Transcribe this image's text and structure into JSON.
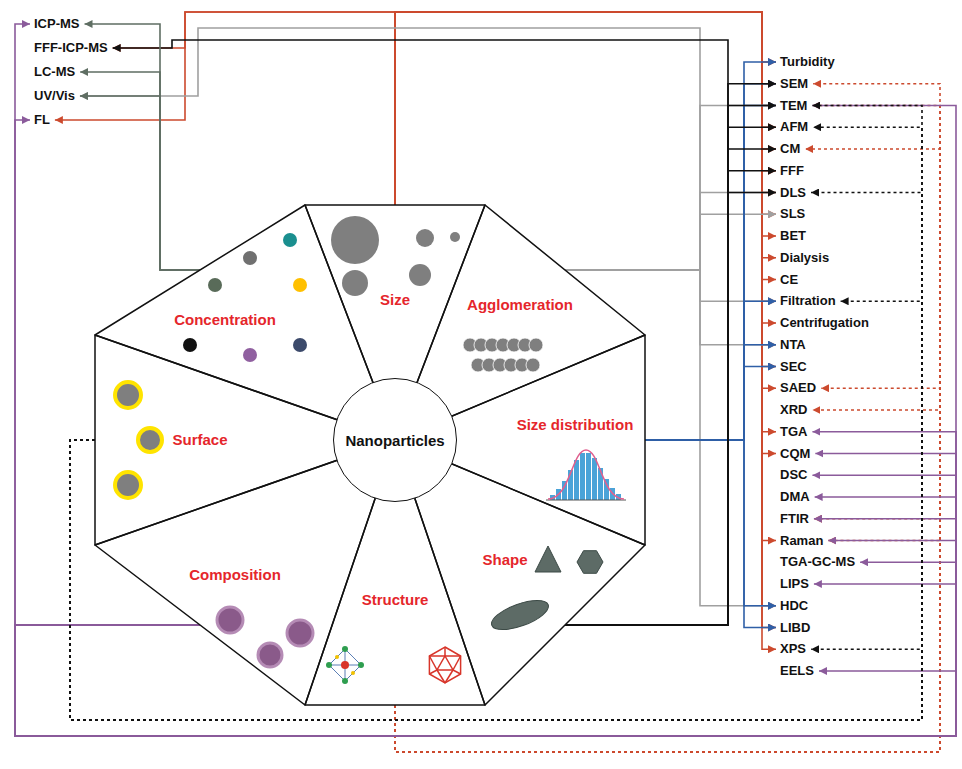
{
  "diagram": {
    "nodes": [
      {
        "text": [
          "ICP-MS"
        ]
      },
      {
        "text": [
          "FFF-ICP-MS"
        ]
      },
      {
        "text": [
          "LC-MS"
        ]
      },
      {
        "text": [
          "UV/Vis"
        ]
      },
      {
        "text": [
          "FL"
        ]
      },
      {
        "text": [
          "Size"
        ]
      },
      {
        "text": [
          "Agglomeration"
        ]
      },
      {
        "text": [
          "Size distribution"
        ]
      },
      {
        "text": [
          "Shape"
        ]
      },
      {
        "text": [
          "Structure"
        ]
      },
      {
        "text": [
          "Composition"
        ]
      },
      {
        "text": [
          "Surface"
        ]
      },
      {
        "text": [
          "Concentration"
        ]
      },
      {
        "text": [
          "Nanoparticles"
        ]
      },
      {
        "text": [
          "Turbidity"
        ]
      },
      {
        "text": [
          "SEM"
        ]
      },
      {
        "text": [
          "TEM"
        ]
      },
      {
        "text": [
          "AFM"
        ]
      },
      {
        "text": [
          "CM"
        ]
      },
      {
        "text": [
          "FFF"
        ]
      },
      {
        "text": [
          "DLS"
        ]
      },
      {
        "text": [
          "SLS"
        ]
      },
      {
        "text": [
          "BET"
        ]
      },
      {
        "text": [
          "Dialysis"
        ]
      },
      {
        "text": [
          "CE"
        ]
      },
      {
        "text": [
          "Filtration"
        ]
      },
      {
        "text": [
          "Centrifugation"
        ]
      },
      {
        "text": [
          "NTA"
        ]
      },
      {
        "text": [
          "SEC"
        ]
      },
      {
        "text": [
          "SAED"
        ]
      },
      {
        "text": [
          "XRD"
        ]
      },
      {
        "text": [
          "TGA"
        ]
      },
      {
        "text": [
          "CQM"
        ]
      },
      {
        "text": [
          "DSC"
        ]
      },
      {
        "text": [
          "DMA"
        ]
      },
      {
        "text": [
          "FTIR"
        ]
      },
      {
        "text": [
          "Raman"
        ]
      },
      {
        "text": [
          "TGA-GC-MS"
        ]
      },
      {
        "text": [
          "LIPS"
        ]
      },
      {
        "text": [
          "HDC"
        ]
      },
      {
        "text": [
          "LIBD"
        ]
      },
      {
        "text": [
          "XPS"
        ]
      },
      {
        "text": [
          "EELS"
        ]
      }
    ],
    "edges": [
      {
        "from": 5,
        "to": 1,
        "arrow": "to"
      },
      {
        "from": 5,
        "to": 4,
        "arrow": "to"
      },
      {
        "from": 5,
        "to": 14,
        "arrow": "to"
      },
      {
        "from": 5,
        "to": 15,
        "arrow": "to"
      },
      {
        "from": 5,
        "to": 16,
        "arrow": "to"
      },
      {
        "from": 5,
        "to": 17,
        "arrow": "to"
      },
      {
        "from": 5,
        "to": 18,
        "arrow": "to"
      },
      {
        "from": 5,
        "to": 19,
        "arrow": "to"
      },
      {
        "from": 5,
        "to": 20,
        "arrow": "to"
      },
      {
        "from": 5,
        "to": 21,
        "arrow": "to"
      },
      {
        "from": 5,
        "to": 22,
        "arrow": "to"
      },
      {
        "from": 5,
        "to": 23,
        "arrow": "to"
      },
      {
        "from": 5,
        "to": 24,
        "arrow": "to"
      },
      {
        "from": 5,
        "to": 25,
        "arrow": "to"
      },
      {
        "from": 5,
        "to": 26,
        "arrow": "to"
      },
      {
        "from": 5,
        "to": 27,
        "arrow": "to"
      },
      {
        "from": 5,
        "to": 28,
        "arrow": "to"
      },
      {
        "from": 5,
        "to": 29,
        "arrow": "to"
      },
      {
        "from": 5,
        "to": 31,
        "arrow": "to"
      },
      {
        "from": 5,
        "to": 32,
        "arrow": "to"
      },
      {
        "from": 5,
        "to": 36,
        "arrow": "to"
      },
      {
        "from": 5,
        "to": 39,
        "arrow": "to"
      },
      {
        "from": 5,
        "to": 40,
        "arrow": "to"
      },
      {
        "from": 5,
        "to": 41,
        "arrow": "to"
      },
      {
        "from": 6,
        "to": 3,
        "arrow": "to"
      },
      {
        "from": 6,
        "to": 16,
        "arrow": "to"
      },
      {
        "from": 6,
        "to": 20,
        "arrow": "to"
      },
      {
        "from": 6,
        "to": 21,
        "arrow": "to"
      },
      {
        "from": 6,
        "to": 25,
        "arrow": "to"
      },
      {
        "from": 6,
        "to": 27,
        "arrow": "to"
      },
      {
        "from": 6,
        "to": 39,
        "arrow": "to"
      },
      {
        "from": 7,
        "to": 14,
        "arrow": "to"
      },
      {
        "from": 7,
        "to": 15,
        "arrow": "to"
      },
      {
        "from": 7,
        "to": 16,
        "arrow": "to"
      },
      {
        "from": 7,
        "to": 25,
        "arrow": "to"
      },
      {
        "from": 7,
        "to": 27,
        "arrow": "to"
      },
      {
        "from": 7,
        "to": 28,
        "arrow": "to"
      },
      {
        "from": 7,
        "to": 39,
        "arrow": "to"
      },
      {
        "from": 7,
        "to": 40,
        "arrow": "to"
      },
      {
        "from": 8,
        "to": 1,
        "arrow": "to"
      },
      {
        "from": 8,
        "to": 15,
        "arrow": "to"
      },
      {
        "from": 8,
        "to": 16,
        "arrow": "to"
      },
      {
        "from": 8,
        "to": 17,
        "arrow": "to"
      },
      {
        "from": 8,
        "to": 18,
        "arrow": "to"
      },
      {
        "from": 8,
        "to": 19,
        "arrow": "to"
      },
      {
        "from": 8,
        "to": 20,
        "arrow": "to"
      },
      {
        "from": 9,
        "to": 15,
        "arrow": "to"
      },
      {
        "from": 9,
        "to": 16,
        "arrow": "to"
      },
      {
        "from": 9,
        "to": 18,
        "arrow": "to"
      },
      {
        "from": 9,
        "to": 29,
        "arrow": "to"
      },
      {
        "from": 9,
        "to": 30,
        "arrow": "to"
      },
      {
        "from": 9,
        "to": 35,
        "arrow": "to"
      },
      {
        "from": 9,
        "to": 36,
        "arrow": "to"
      },
      {
        "from": 10,
        "to": 0,
        "arrow": "to"
      },
      {
        "from": 10,
        "to": 4,
        "arrow": "to"
      },
      {
        "from": 10,
        "to": 16,
        "arrow": "to"
      },
      {
        "from": 10,
        "to": 31,
        "arrow": "to"
      },
      {
        "from": 10,
        "to": 32,
        "arrow": "to"
      },
      {
        "from": 10,
        "to": 33,
        "arrow": "to"
      },
      {
        "from": 10,
        "to": 34,
        "arrow": "to"
      },
      {
        "from": 10,
        "to": 35,
        "arrow": "to"
      },
      {
        "from": 10,
        "to": 36,
        "arrow": "to"
      },
      {
        "from": 10,
        "to": 37,
        "arrow": "to"
      },
      {
        "from": 10,
        "to": 38,
        "arrow": "to"
      },
      {
        "from": 10,
        "to": 42,
        "arrow": "to"
      },
      {
        "from": 11,
        "to": 16,
        "arrow": "to"
      },
      {
        "from": 11,
        "to": 17,
        "arrow": "to"
      },
      {
        "from": 11,
        "to": 20,
        "arrow": "to"
      },
      {
        "from": 11,
        "to": 25,
        "arrow": "to"
      },
      {
        "from": 11,
        "to": 41,
        "arrow": "to"
      },
      {
        "from": 12,
        "to": 0,
        "arrow": "to"
      },
      {
        "from": 12,
        "to": 2,
        "arrow": "to"
      },
      {
        "from": 12,
        "to": 3,
        "arrow": "to"
      }
    ]
  }
}
